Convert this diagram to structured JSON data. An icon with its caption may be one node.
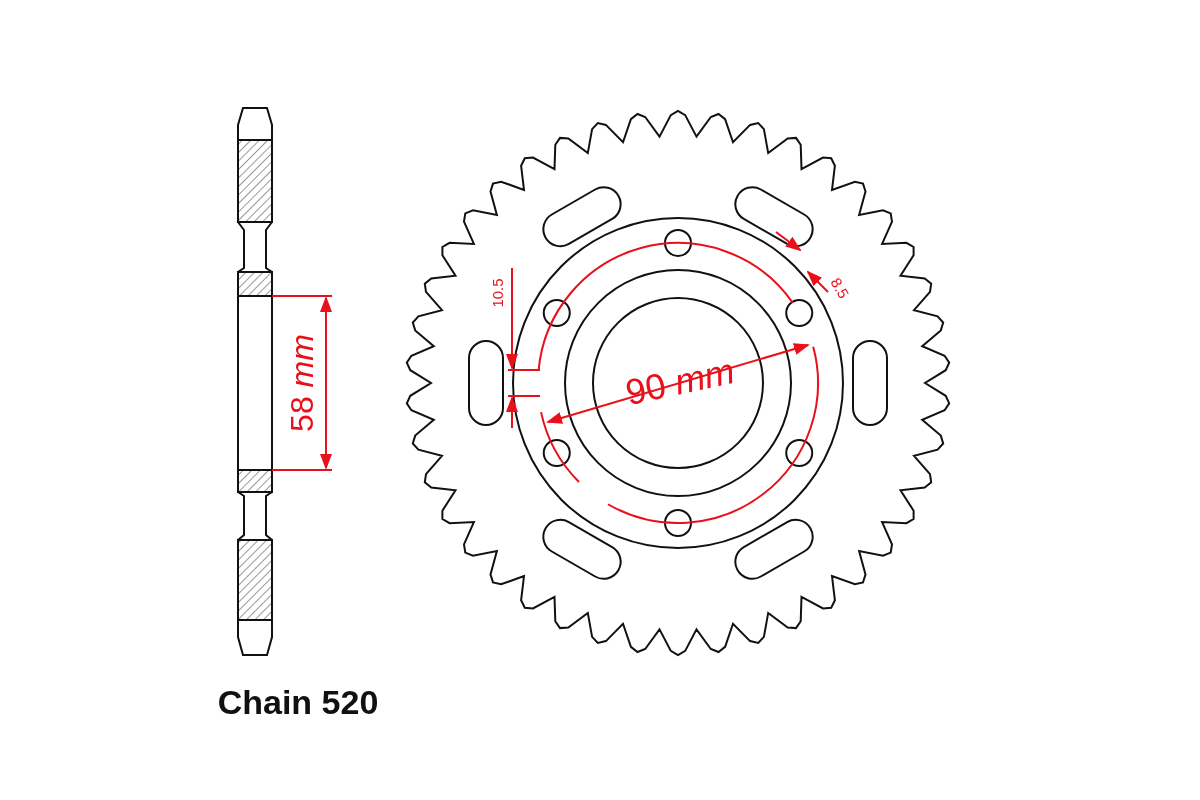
{
  "diagram": {
    "labels": [
      "58 *mm*",
      "10.5",
      "8.5",
      "90 *mm*",
      "Chain 520"
    ]
  }
}
